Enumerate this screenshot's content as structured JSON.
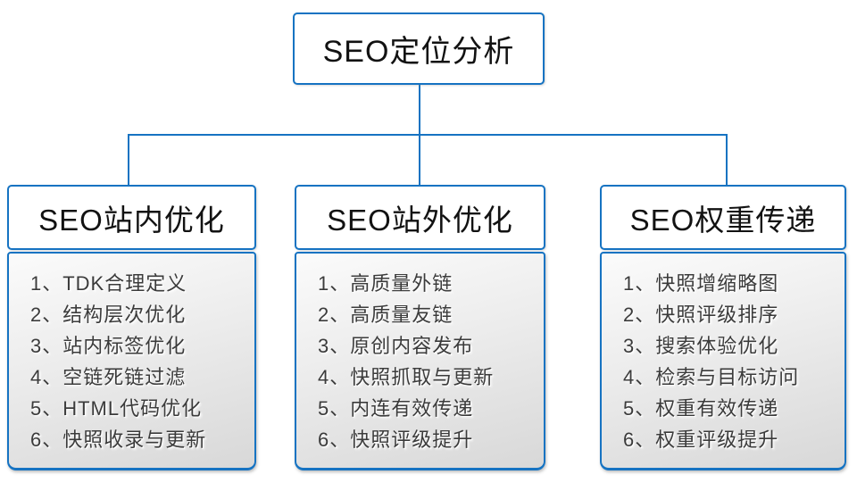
{
  "diagram": {
    "root": {
      "title": "SEO定位分析"
    },
    "branches": [
      {
        "title": "SEO站内优化",
        "items": [
          "1、TDK合理定义",
          "2、结构层次优化",
          "3、站内标签优化",
          "4、空链死链过滤",
          "5、HTML代码优化",
          "6、快照收录与更新"
        ]
      },
      {
        "title": "SEO站外优化",
        "items": [
          "1、高质量外链",
          "2、高质量友链",
          "3、原创内容发布",
          "4、快照抓取与更新",
          "5、内连有效传递",
          "6、快照评级提升"
        ]
      },
      {
        "title": "SEO权重传递",
        "items": [
          "1、快照增缩略图",
          "2、快照评级排序",
          "3、搜索体验优化",
          "4、检索与目标访问",
          "5、权重有效传递",
          "6、权重评级提升"
        ]
      }
    ],
    "colors": {
      "accent_border": "#1673c2",
      "panel_gradient_top": "#fbfbfb",
      "panel_gradient_bottom": "#d8d8d8",
      "list_text": "#3b3b3b",
      "title_text": "#121212"
    }
  }
}
